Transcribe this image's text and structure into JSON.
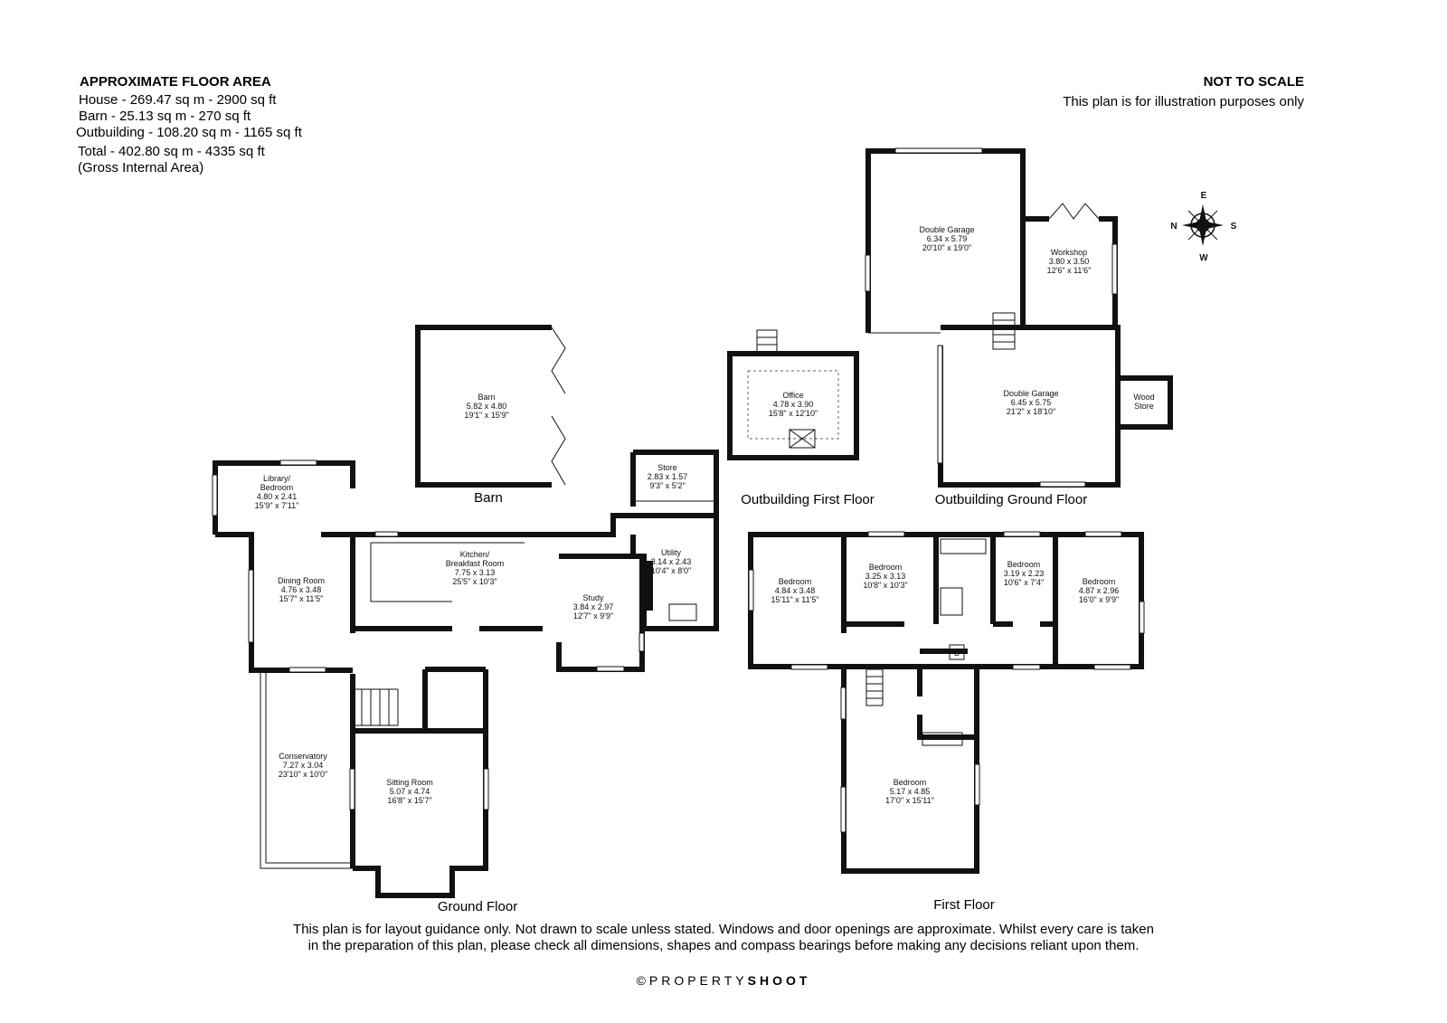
{
  "header": {
    "area_title": "APPROXIMATE FLOOR AREA",
    "house": "House - 269.47 sq m - 2900 sq ft",
    "barn": "Barn - 25.13 sq m - 270 sq ft",
    "outbuilding": "Outbuilding - 108.20 sq m - 1165 sq ft",
    "total": "Total - 402.80 sq m - 4335 sq ft",
    "gia": "(Gross Internal Area)",
    "not_to_scale": "NOT TO SCALE",
    "illustration": "This plan is for illustration purposes only"
  },
  "compass": {
    "n": "N",
    "e": "E",
    "s": "S",
    "w": "W"
  },
  "floors": {
    "barn": "Barn",
    "outbuilding_first": "Outbuilding First Floor",
    "outbuilding_ground": "Outbuilding Ground Floor",
    "ground": "Ground Floor",
    "first": "First Floor"
  },
  "rooms": {
    "double_garage_1": {
      "name": "Double Garage",
      "metric": "6.34 x 5.79",
      "imperial": "20'10\" x 19'0\""
    },
    "workshop": {
      "name": "Workshop",
      "metric": "3.80 x 3.50",
      "imperial": "12'6\" x 11'6\""
    },
    "double_garage_2": {
      "name": "Double Garage",
      "metric": "6.45 x 5.75",
      "imperial": "21'2\" x 18'10\""
    },
    "wood_store": {
      "name": "Wood",
      "name2": "Store"
    },
    "office": {
      "name": "Office",
      "metric": "4.78 x 3.90",
      "imperial": "15'8\" x 12'10\""
    },
    "barn": {
      "name": "Barn",
      "metric": "5.82 x 4.80",
      "imperial": "19'1\" x 15'9\""
    },
    "library": {
      "name": "Library/",
      "name2": "Bedroom",
      "metric": "4.80 x 2.41",
      "imperial": "15'9\" x 7'11\""
    },
    "store": {
      "name": "Store",
      "metric": "2.83 x 1.57",
      "imperial": "9'3\" x 5'2\""
    },
    "kitchen": {
      "name": "Kitchen/",
      "name2": "Breakfast Room",
      "metric": "7.75 x 3.13",
      "imperial": "25'5\" x 10'3\""
    },
    "utility": {
      "name": "Utility",
      "metric": "3.14 x 2.43",
      "imperial": "10'4\" x 8'0\""
    },
    "dining": {
      "name": "Dining Room",
      "metric": "4.76 x 3.48",
      "imperial": "15'7\" x 11'5\""
    },
    "study": {
      "name": "Study",
      "metric": "3.84 x 2.97",
      "imperial": "12'7\" x 9'9\""
    },
    "conservatory": {
      "name": "Conservatory",
      "metric": "7.27 x 3.04",
      "imperial": "23'10\" x 10'0\""
    },
    "sitting": {
      "name": "Sitting Room",
      "metric": "5.07 x 4.74",
      "imperial": "16'8\" x 15'7\""
    },
    "bed1": {
      "name": "Bedroom",
      "metric": "4.84 x 3.48",
      "imperial": "15'11\" x 11'5\""
    },
    "bed2": {
      "name": "Bedroom",
      "metric": "3.25 x 3.13",
      "imperial": "10'8\" x 10'3\""
    },
    "bed3": {
      "name": "Bedroom",
      "metric": "3.19 x 2.23",
      "imperial": "10'6\" x 7'4\""
    },
    "bed4": {
      "name": "Bedroom",
      "metric": "4.87 x 2.96",
      "imperial": "16'0\" x 9'9\""
    },
    "bed5": {
      "name": "Bedroom",
      "metric": "5.17 x 4.85",
      "imperial": "17'0\" x 15'11\""
    },
    "boiler": {
      "name": "B"
    }
  },
  "footer": {
    "line1": "This plan is for layout guidance only. Not drawn to scale unless stated. Windows and door openings are approximate. Whilst every care is taken",
    "line2": "in the preparation of this plan, please check all dimensions, shapes and compass bearings before making any decisions reliant upon them.",
    "brand_prefix": "©PROPERTY",
    "brand_bold": "SHOOT"
  }
}
